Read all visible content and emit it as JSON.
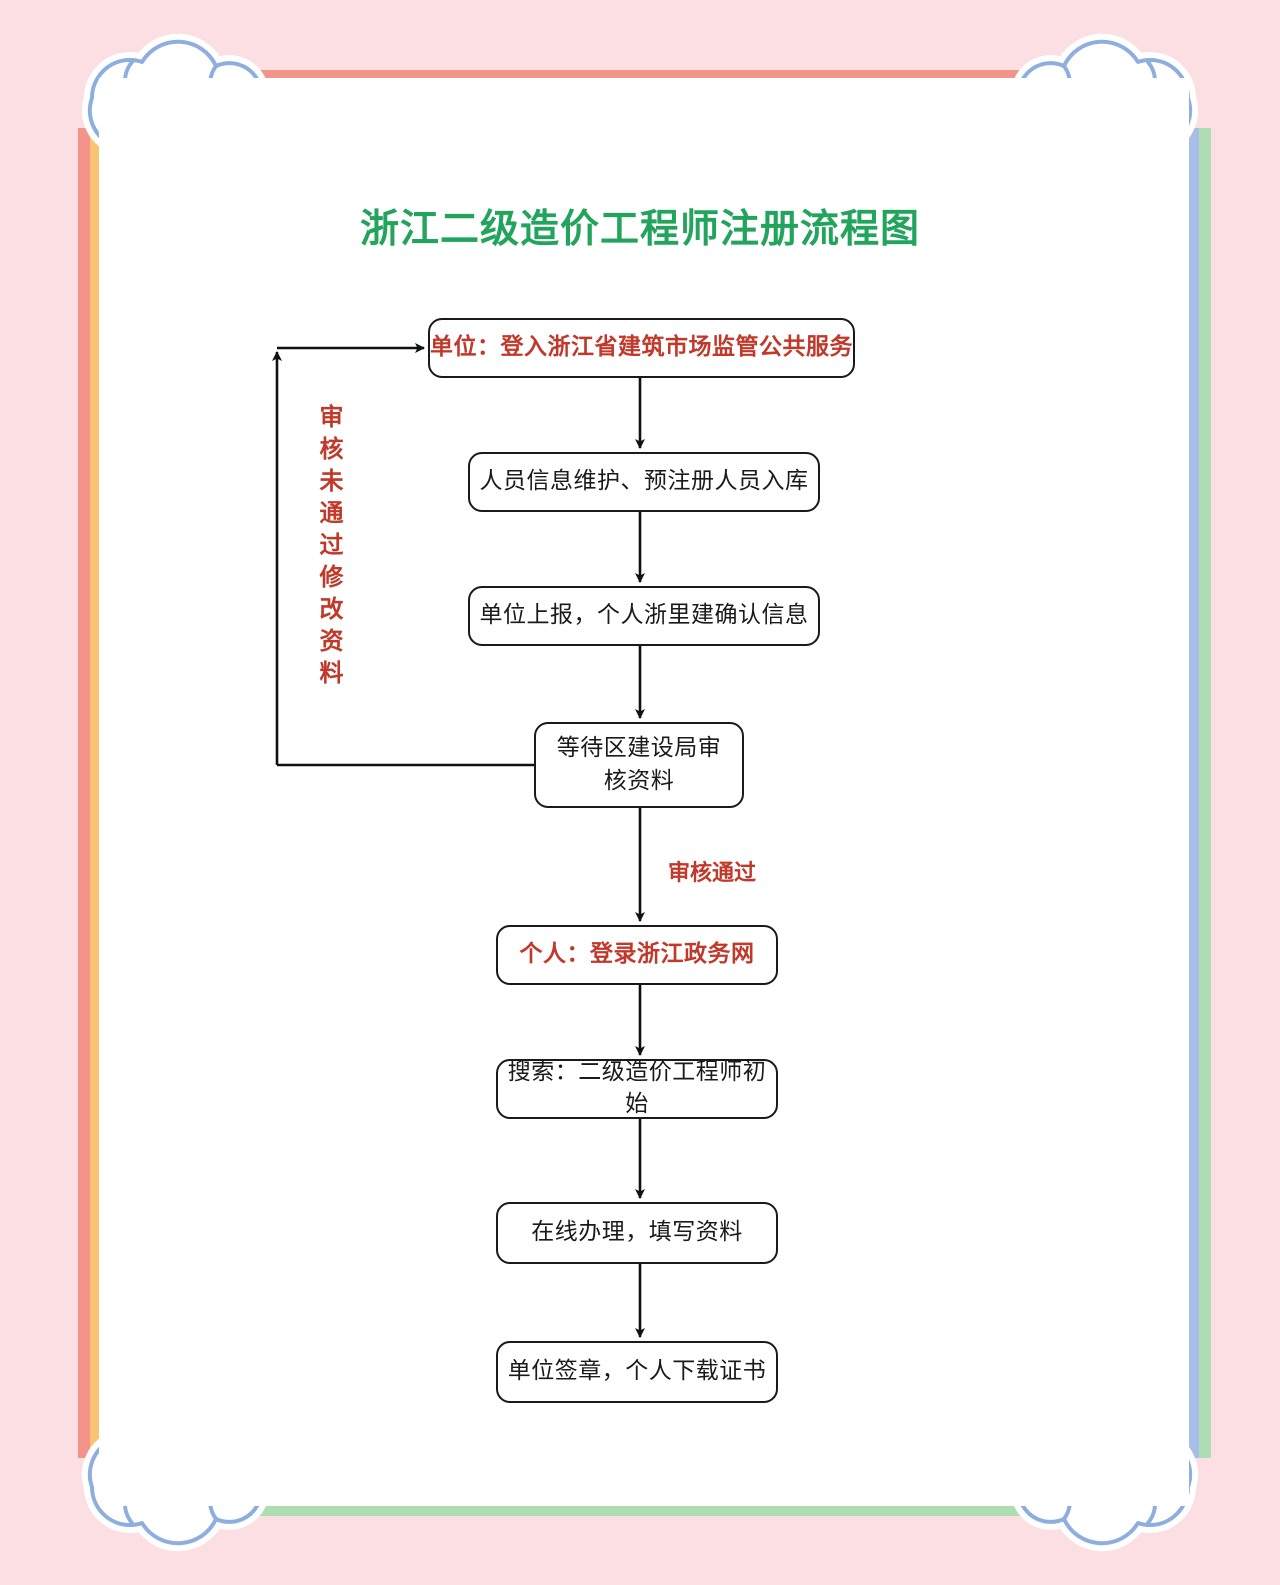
{
  "document": {
    "title": "浙江二级造价工程师注册流程图",
    "title_color": "#22A45D"
  },
  "colors": {
    "page_background": "#FBDFE2",
    "canvas": "#FFFFFF",
    "stripe_salmon": "#F4938A",
    "stripe_orange": "#F8C471",
    "stripe_blue": "#A8BEE8",
    "stripe_green": "#AEDDB4",
    "cloud_outline": "#8FAEE0",
    "node_border": "#1A1A1A",
    "node_text": "#1A1A1A",
    "highlight_text": "#C0392B"
  },
  "chart_data": {
    "type": "diagram",
    "title": "浙江二级造价工程师注册流程图",
    "orientation": "top-to-bottom",
    "nodes": [
      {
        "id": "n1",
        "label": "单位：登入浙江省建筑市场监管公共服务",
        "emphasis": "red"
      },
      {
        "id": "n2",
        "label": "人员信息维护、预注册人员入库",
        "emphasis": "normal"
      },
      {
        "id": "n3",
        "label": "单位上报，个人浙里建确认信息",
        "emphasis": "normal"
      },
      {
        "id": "n4",
        "label": "等待区建设局审核资料",
        "label_line1": "等待区建设局审",
        "label_line2": "核资料",
        "emphasis": "normal"
      },
      {
        "id": "n5",
        "label": "个人：登录浙江政务网",
        "emphasis": "red"
      },
      {
        "id": "n6",
        "label": "搜索：二级造价工程师初始",
        "emphasis": "normal"
      },
      {
        "id": "n7",
        "label": "在线办理，填写资料",
        "emphasis": "normal"
      },
      {
        "id": "n8",
        "label": "单位签章，个人下载证书",
        "emphasis": "normal"
      }
    ],
    "edges": [
      {
        "from": "n1",
        "to": "n2",
        "label": ""
      },
      {
        "from": "n2",
        "to": "n3",
        "label": ""
      },
      {
        "from": "n3",
        "to": "n4",
        "label": ""
      },
      {
        "from": "n4",
        "to": "n1",
        "label": "审核未通过修改资料",
        "label_orientation": "vertical",
        "path": "feedback-left-loop"
      },
      {
        "from": "n4",
        "to": "n5",
        "label": "审核通过"
      },
      {
        "from": "n5",
        "to": "n6",
        "label": ""
      },
      {
        "from": "n6",
        "to": "n7",
        "label": ""
      },
      {
        "from": "n7",
        "to": "n8",
        "label": ""
      }
    ]
  },
  "labels": {
    "feedback_loop": "审核未通过修改资料",
    "approved": "审核通过"
  },
  "decoration": {
    "corner_icon": "cloud-icon",
    "stripe_order_top": [
      "salmon",
      "orange",
      "blue"
    ],
    "stripe_order_bottom": [
      "blue",
      "green"
    ]
  }
}
